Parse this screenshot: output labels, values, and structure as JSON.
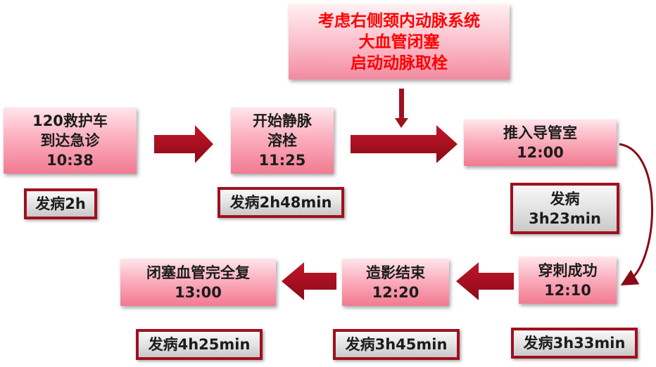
{
  "top_box": {
    "lines": [
      "考虑右侧颈内动脉系统",
      "大血管闭塞",
      "启动动脉取栓"
    ]
  },
  "steps": [
    {
      "lines": [
        "120救护车",
        "到达急诊",
        "10:38"
      ],
      "tag": [
        "发病2h"
      ]
    },
    {
      "lines": [
        "开始静脉",
        "溶栓",
        "11:25"
      ],
      "tag": [
        "发病2h48min"
      ]
    },
    {
      "lines": [
        "推入导管室",
        "12:00"
      ],
      "tag": [
        "发病",
        "3h23min"
      ]
    },
    {
      "lines": [
        "穿刺成功",
        "12:10"
      ],
      "tag": [
        "发病3h33min"
      ]
    },
    {
      "lines": [
        "造影结束",
        "12:20"
      ],
      "tag": [
        "发病3h45min"
      ]
    },
    {
      "lines": [
        "闭塞血管完全复",
        "13:00"
      ],
      "tag": [
        "发病4h25min"
      ]
    }
  ],
  "colors": {
    "box_fill": "#f9a6b6",
    "alert_text": "#ff0000",
    "arrow": "#a0101e",
    "tag_border": "#a0101e",
    "tag_fill": "#e3e3e3"
  }
}
